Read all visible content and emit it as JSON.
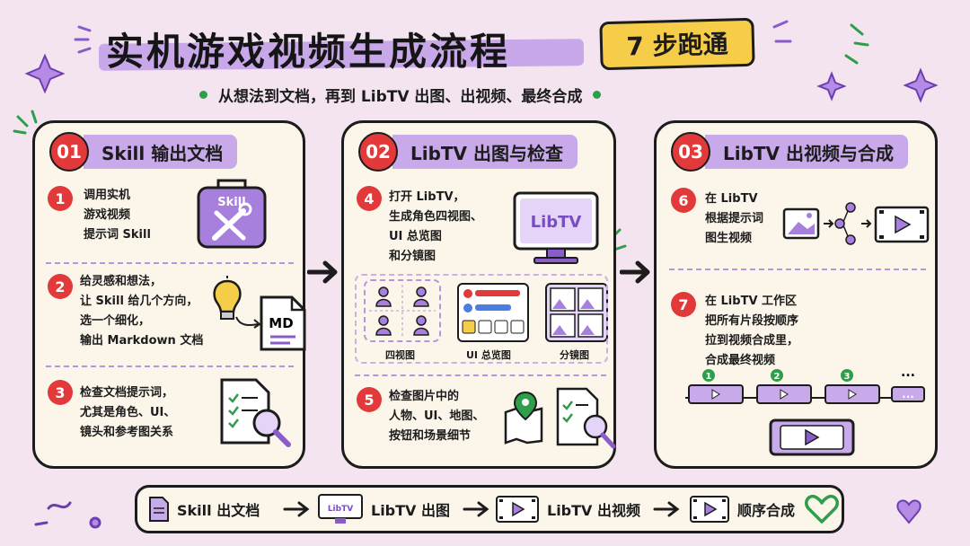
{
  "title": "实机游戏视频生成流程",
  "badge": "7 步跑通",
  "subtitle": "从想法到文档，再到 LibTV 出图、出视频、最终合成",
  "panels": [
    {
      "num": "01",
      "title": "Skill 输出文档",
      "steps": [
        {
          "num": "1",
          "lines": [
            "调用实机",
            "游戏视频",
            "提示词 Skill"
          ],
          "icon_label": "Skill"
        },
        {
          "num": "2",
          "lines": [
            "给灵感和想法，",
            "让 Skill 给几个方向，",
            "选一个细化，",
            "输出 Markdown 文档"
          ],
          "icon_label": "MD"
        },
        {
          "num": "3",
          "lines": [
            "检查文档提示词，",
            "尤其是角色、UI、",
            "镜头和参考图关系"
          ]
        }
      ]
    },
    {
      "num": "02",
      "title": "LibTV 出图与检查",
      "steps": [
        {
          "num": "4",
          "lines": [
            "打开 LibTV，",
            "生成角色四视图、",
            "UI 总览图",
            "和分镜图"
          ],
          "icon_label": "LibTV"
        },
        {
          "num": "5",
          "lines": [
            "检查图片中的",
            "人物、UI、地图、",
            "按钮和场景细节"
          ]
        }
      ],
      "thumbs": [
        "四视图",
        "UI 总览图",
        "分镜图"
      ]
    },
    {
      "num": "03",
      "title": "LibTV 出视频与合成",
      "steps": [
        {
          "num": "6",
          "lines": [
            "在 LibTV",
            "根据提示词",
            "图生视频"
          ]
        },
        {
          "num": "7",
          "lines": [
            "在 LibTV 工作区",
            "把所有片段按顺序",
            "拉到视频合成里，",
            "合成最终视频"
          ]
        }
      ],
      "clips": [
        "1",
        "2",
        "3",
        "..."
      ]
    }
  ],
  "bottom": {
    "items": [
      "Skill 出文档",
      "LibTV 出图",
      "LibTV 出视频",
      "顺序合成"
    ],
    "libtv_icon": "LibTV"
  },
  "colors": {
    "accent": "#c8a9ea",
    "red": "#e23a3a",
    "yellow": "#f6cd48",
    "green": "#2e9e4a",
    "purple": "#8a5cc8"
  }
}
